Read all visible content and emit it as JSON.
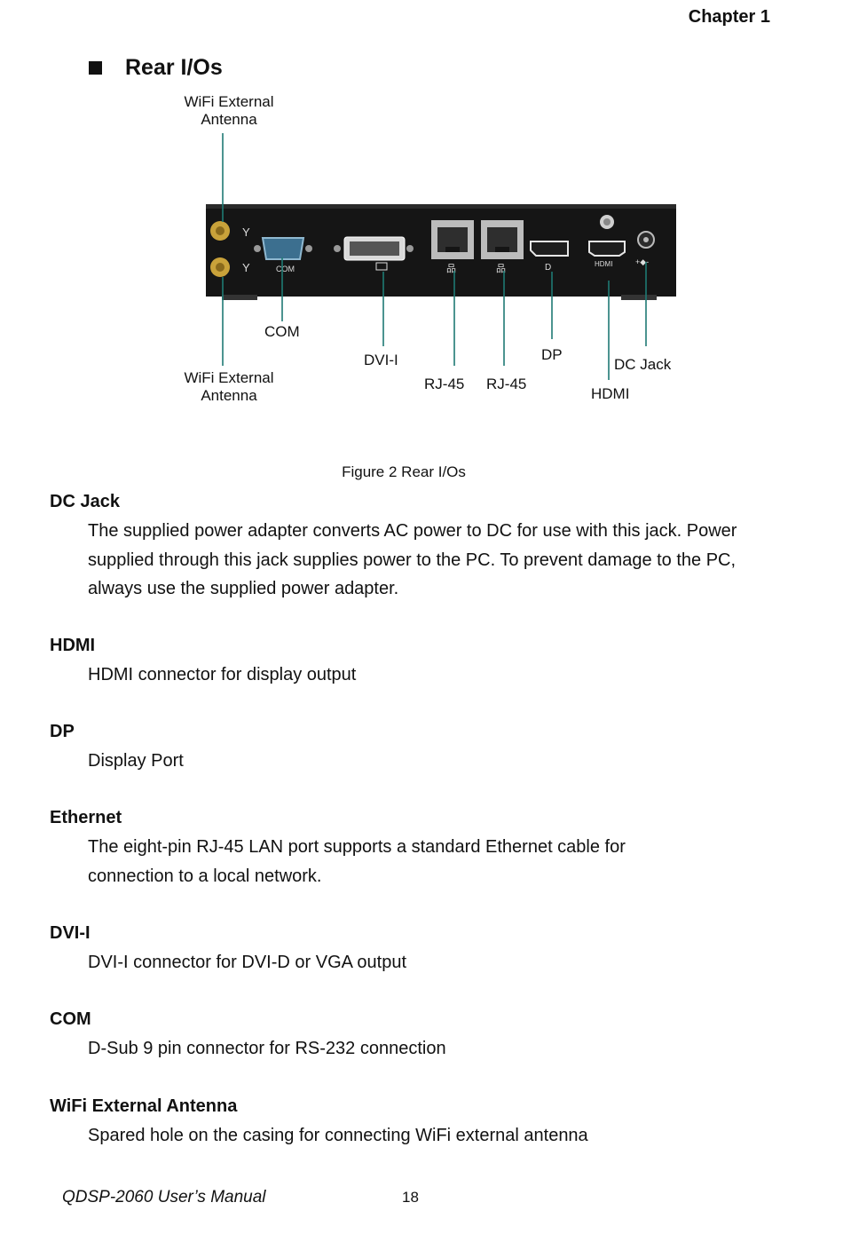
{
  "header": {
    "chapter": "Chapter  1"
  },
  "section": {
    "title": "Rear I/Os"
  },
  "figure": {
    "labels": {
      "wifi_top": "WiFi External\nAntenna",
      "com": "COM",
      "dvi": "DVI-I",
      "rj45_1": "RJ-45",
      "rj45_2": "RJ-45",
      "dp": "DP",
      "dc_jack": "DC Jack",
      "hdmi": "HDMI",
      "wifi_bottom": "WiFi External\nAntenna"
    },
    "panel_text": {
      "com": "COM",
      "hdmi": "HDMI"
    },
    "caption": "Figure 2 Rear I/Os"
  },
  "descriptions": [
    {
      "term": "DC Jack",
      "text": "The supplied power adapter converts AC power to DC for use with this jack. Power supplied through this jack supplies power to the PC. To prevent damage to the PC, always use the supplied power adapter."
    },
    {
      "term": "HDMI",
      "text": "HDMI connector for display output"
    },
    {
      "term": "DP",
      "text": "Display Port"
    },
    {
      "term": "Ethernet",
      "text": "The eight-pin RJ-45 LAN port supports a standard Ethernet cable for connection to a local network."
    },
    {
      "term": "DVI-I",
      "text": "DVI-I connector for DVI-D or VGA output"
    },
    {
      "term": "COM",
      "text": "D-Sub 9 pin connector for RS-232 connection"
    },
    {
      "term": "WiFi External Antenna",
      "text": "Spared hole on the casing for connecting WiFi external antenna"
    }
  ],
  "footer": {
    "manual": "QDSP-2060 User’s Manual",
    "page": "18"
  },
  "colors": {
    "leader_line": "#1f7a74",
    "chassis": "#141414"
  }
}
